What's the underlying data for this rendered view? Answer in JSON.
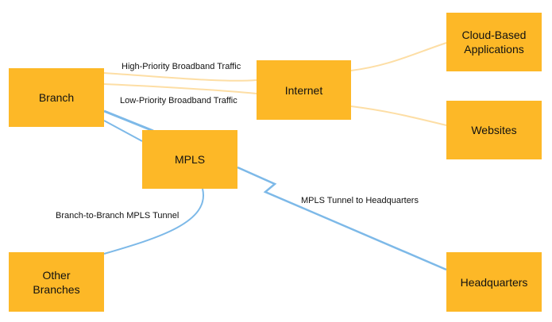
{
  "colors": {
    "node_fill": "#FDB827",
    "mpls_link": "#7DB9E8",
    "broadband_link": "#FDDEA5",
    "text": "#111111"
  },
  "nodes": {
    "branch": "Branch",
    "internet": "Internet",
    "mpls": "MPLS",
    "cloud": "Cloud-Based Applications",
    "websites": "Websites",
    "other_branches": "Other Branches",
    "headquarters": "Headquarters"
  },
  "edge_labels": {
    "high_priority": "High-Priority Broadband Traffic",
    "low_priority": "Low-Priority Broadband Traffic",
    "branch_to_branch": "Branch-to-Branch MPLS Tunnel",
    "to_headquarters": "MPLS Tunnel to Headquarters"
  }
}
